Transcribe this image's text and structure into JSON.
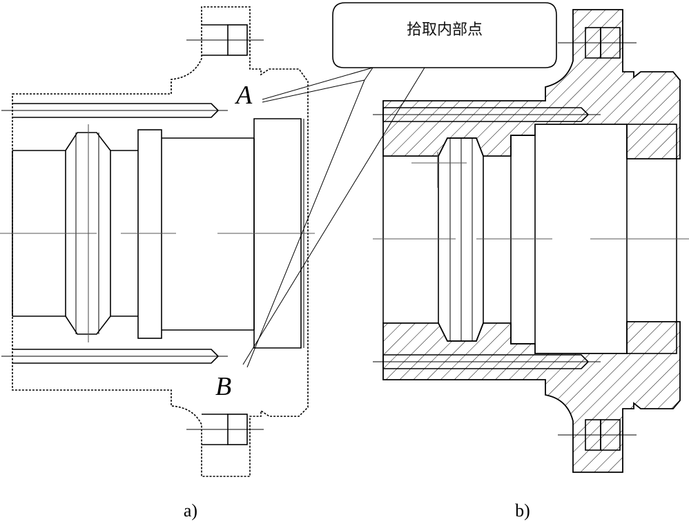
{
  "callout": {
    "text": "拾取内部点"
  },
  "points": {
    "a": "A",
    "b": "B"
  },
  "captions": {
    "left": "a)",
    "right": "b)"
  },
  "colors": {
    "line": "#000000",
    "hatch": "#000000",
    "background": "#ffffff"
  }
}
